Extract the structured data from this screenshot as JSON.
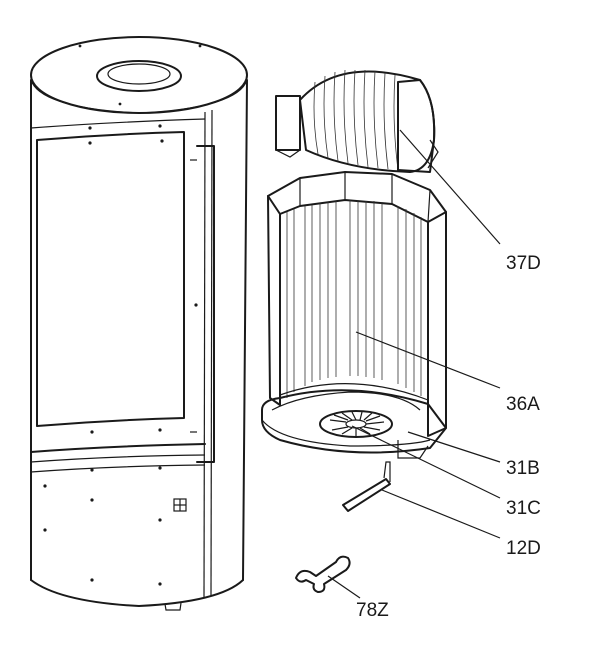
{
  "labels": {
    "p37D": "37D",
    "p36A": "36A",
    "p31B": "31B",
    "p31C": "31C",
    "p12D": "12D",
    "p78Z": "78Z"
  }
}
